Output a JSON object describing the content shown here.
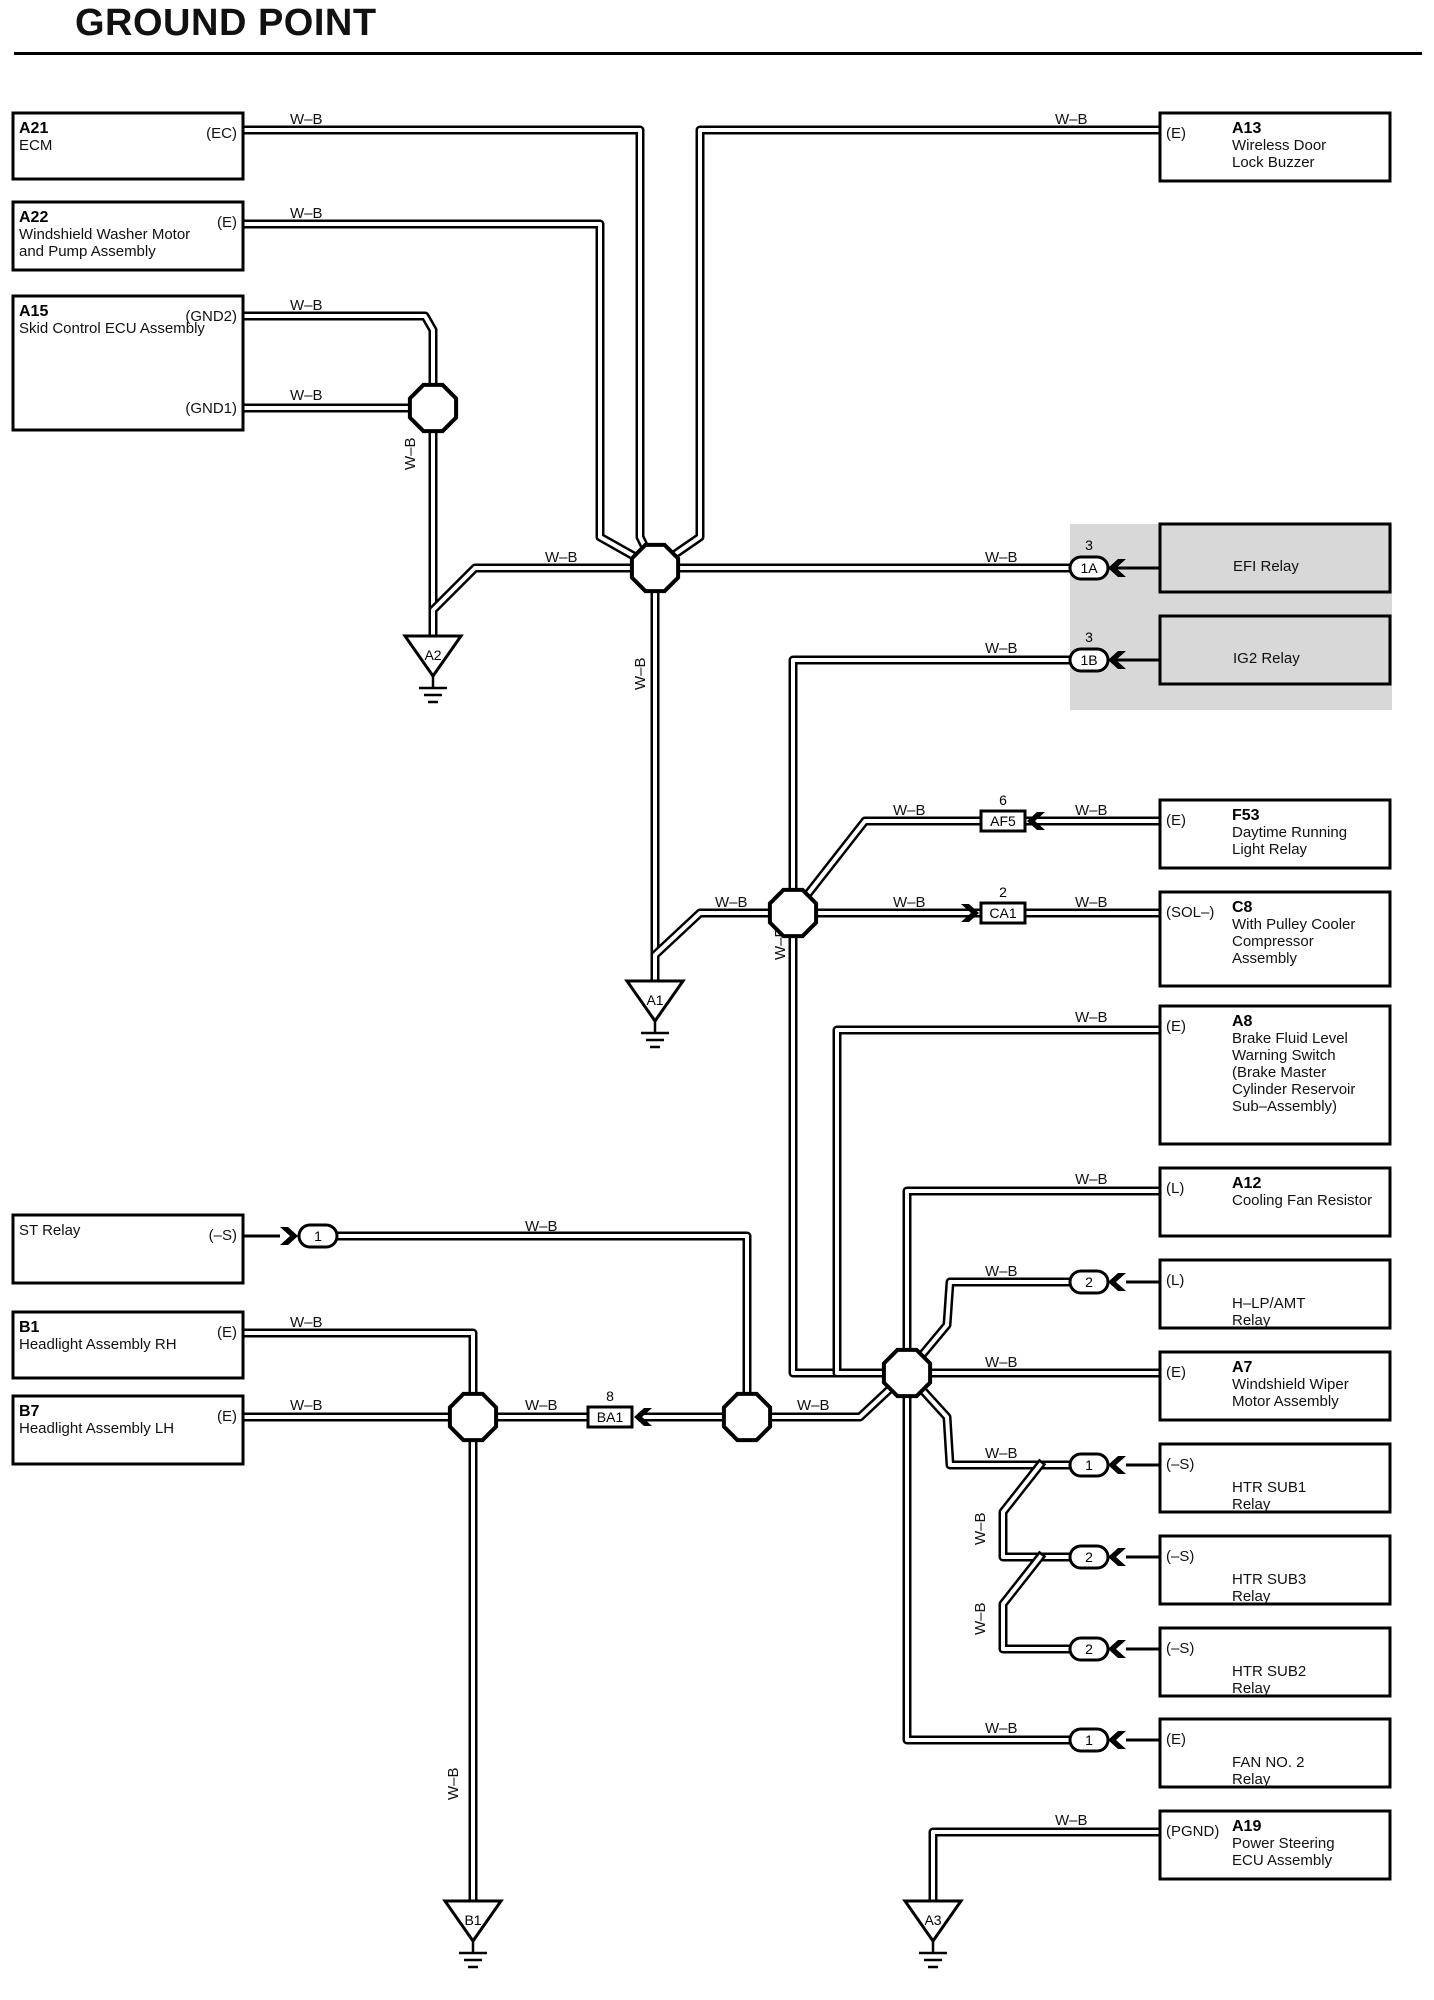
{
  "title": "GROUND POINT",
  "wire_color": "W–B",
  "relay_shade_color": "#d8d8d8",
  "components": {
    "a21": {
      "code": "A21",
      "name": [
        "ECM"
      ],
      "pin": "(EC)"
    },
    "a22": {
      "code": "A22",
      "name": [
        "Windshield Washer Motor",
        "and Pump Assembly"
      ],
      "pin": "(E)"
    },
    "a15": {
      "code": "A15",
      "name": [
        "Skid Control ECU Assembly"
      ],
      "pin1": "(GND2)",
      "pin2": "(GND1)"
    },
    "a13": {
      "code": "A13",
      "name": [
        "Wireless Door",
        "Lock Buzzer"
      ],
      "pin": "(E)"
    },
    "efi": {
      "code": "",
      "name": [
        "EFI Relay"
      ],
      "pin": ""
    },
    "ig2": {
      "code": "",
      "name": [
        "IG2 Relay"
      ],
      "pin": ""
    },
    "f53": {
      "code": "F53",
      "name": [
        "Daytime Running",
        "Light Relay"
      ],
      "pin": "(E)"
    },
    "c8": {
      "code": "C8",
      "name": [
        "With Pulley Cooler",
        "Compressor",
        "Assembly"
      ],
      "pin": "(SOL–)"
    },
    "a8": {
      "code": "A8",
      "name": [
        "Brake Fluid Level",
        "Warning Switch",
        "(Brake Master",
        " Cylinder Reservoir",
        " Sub–Assembly)"
      ],
      "pin": "(E)"
    },
    "a12": {
      "code": "A12",
      "name": [
        "Cooling Fan Resistor"
      ],
      "pin": "(L)"
    },
    "hlp": {
      "code": "",
      "name": [
        "H–LP/AMT",
        "Relay"
      ],
      "pin": "(L)"
    },
    "a7": {
      "code": "A7",
      "name": [
        "Windshield Wiper",
        "Motor Assembly"
      ],
      "pin": "(E)"
    },
    "htr1": {
      "code": "",
      "name": [
        "HTR SUB1",
        "Relay"
      ],
      "pin": "(–S)"
    },
    "htr3": {
      "code": "",
      "name": [
        "HTR SUB3",
        "Relay"
      ],
      "pin": "(–S)"
    },
    "htr2": {
      "code": "",
      "name": [
        "HTR SUB2",
        "Relay"
      ],
      "pin": "(–S)"
    },
    "fan2": {
      "code": "",
      "name": [
        "FAN NO. 2",
        "Relay"
      ],
      "pin": "(E)"
    },
    "a19": {
      "code": "A19",
      "name": [
        "Power Steering",
        "ECU Assembly"
      ],
      "pin": "(PGND)"
    },
    "st": {
      "code": "",
      "name": [
        "ST Relay"
      ],
      "pin": "(–S)"
    },
    "b1": {
      "code": "B1",
      "name": [
        "Headlight Assembly RH"
      ],
      "pin": "(E)"
    },
    "b7": {
      "code": "B7",
      "name": [
        "Headlight Assembly LH"
      ],
      "pin": "(E)"
    }
  },
  "connectors": {
    "efi_pill": "1A",
    "efi_pin": "3",
    "ig2_pill": "1B",
    "ig2_pin": "3",
    "af5": "AF5",
    "af5_pin": "6",
    "ca1": "CA1",
    "ca1_pin": "2",
    "ba1": "BA1",
    "ba1_pin": "8",
    "st_pill": "1",
    "hlp_pill": "2",
    "htr1_pill": "1",
    "htr3_pill": "2",
    "htr2_pill": "2",
    "fan2_pill": "1"
  },
  "grounds": [
    "A2",
    "A1",
    "B1",
    "A3"
  ]
}
